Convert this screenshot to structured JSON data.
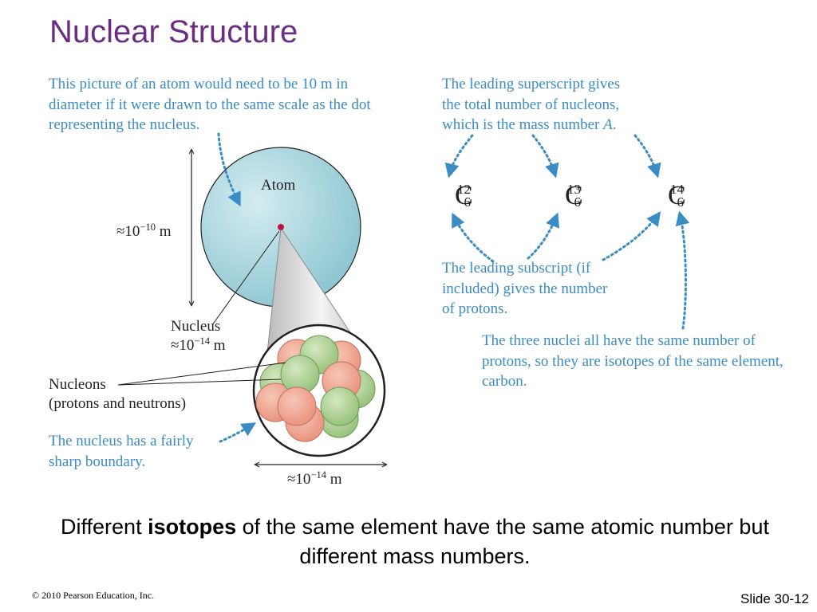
{
  "title": "Nuclear Structure",
  "colors": {
    "title": "#6b2d82",
    "caption": "#3a8cc4",
    "atom_fill": "#a9d5dd",
    "nucleus_dot": "#c0143c",
    "proton": "#f2a08a",
    "neutron": "#a8cc8a"
  },
  "captions": {
    "atom_scale": "This picture of an atom would need to be 10 m in diameter if it were drawn to the same scale as the dot representing the nucleus.",
    "superscript": [
      "The leading superscript gives",
      "the total number of nucleons,",
      "which is the mass number "
    ],
    "superscript_symbol": "A",
    "subscript": "The leading subscript (if included) gives the number of protons.",
    "isotopes_note": "The three nuclei all have the same number of protons, so they are isotopes of the same element, carbon.",
    "boundary": "The nucleus has a fairly sharp boundary."
  },
  "labels": {
    "atom": "Atom",
    "atom_size_prefix": "≈10",
    "atom_size_exp": "−10",
    "atom_size_unit": " m",
    "nucleus": "Nucleus",
    "nucleus_size_prefix": "≈10",
    "nucleus_size_exp": "−14",
    "nucleus_size_unit": " m",
    "nucleons": "Nucleons",
    "nucleons_sub": "(protons and neutrons)",
    "bottom_size_prefix": "≈10",
    "bottom_size_exp": "−14",
    "bottom_size_unit": " m"
  },
  "isotopes": [
    {
      "mass": "12",
      "z": "6",
      "symbol": "C"
    },
    {
      "mass": "13",
      "z": "6",
      "symbol": "C"
    },
    {
      "mass": "14",
      "z": "6",
      "symbol": "C"
    }
  ],
  "statement": {
    "before": "Different ",
    "bold": "isotopes",
    "after": " of the same element have the same atomic number but different mass numbers."
  },
  "footer": {
    "copyright": "© 2010 Pearson Education, Inc.",
    "slide": "Slide 30-12"
  }
}
